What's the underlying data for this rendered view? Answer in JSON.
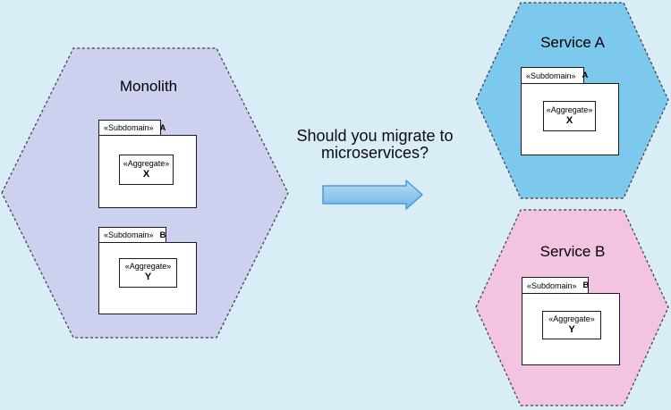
{
  "canvas": {
    "background": "#d9edf7",
    "hexagon_border": "#3a3a3a"
  },
  "question": {
    "line1": "Should you migrate to",
    "line2": "microservices?"
  },
  "arrow": {
    "fill_top": "#b8dcf4",
    "fill_bottom": "#6fb6e8",
    "stroke": "#4a9ad8"
  },
  "monolith": {
    "label": "Monolith",
    "fill": "#cdd0ee",
    "subdomains": [
      {
        "stereotype": "«Subdomain»",
        "name": "A",
        "aggregate_stereotype": "«Aggregate»",
        "aggregate_name": "X"
      },
      {
        "stereotype": "«Subdomain»",
        "name": "B",
        "aggregate_stereotype": "«Aggregate»",
        "aggregate_name": "Y"
      }
    ]
  },
  "services": [
    {
      "label": "Service A",
      "fill": "#7dc8ed",
      "subdomain": {
        "stereotype": "«Subdomain»",
        "name": "A",
        "aggregate_stereotype": "«Aggregate»",
        "aggregate_name": "X"
      }
    },
    {
      "label": "Service B",
      "fill": "#f2c4e2",
      "subdomain": {
        "stereotype": "«Subdomain»",
        "name": "B",
        "aggregate_stereotype": "«Aggregate»",
        "aggregate_name": "Y"
      }
    }
  ]
}
